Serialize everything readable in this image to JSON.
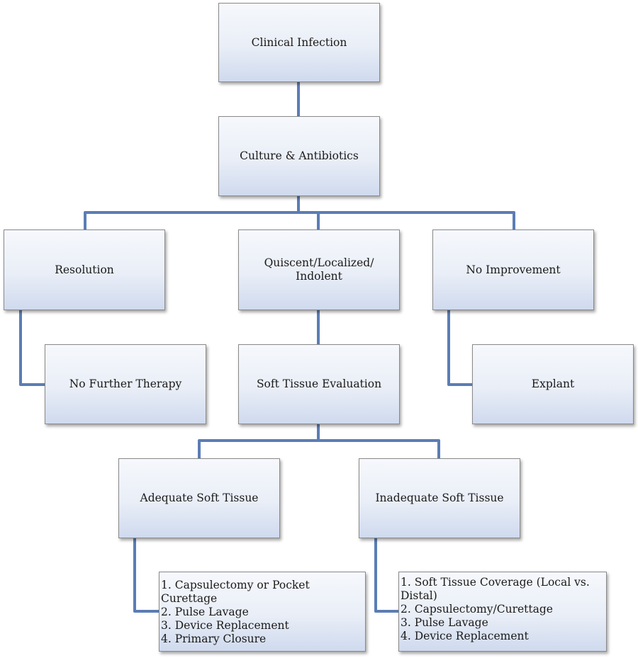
{
  "diagram": {
    "type": "flowchart",
    "connector_color": "#5b7db4",
    "box_gradient": [
      "#f6f8fc",
      "#cfdaee"
    ],
    "nodes": {
      "clinical_infection": {
        "label": "Clinical Infection"
      },
      "culture_antibiotics": {
        "label": "Culture & Antibiotics"
      },
      "resolution": {
        "label": "Resolution"
      },
      "quiscent": {
        "label": "Quiscent/Localized/\nIndolent"
      },
      "no_improvement": {
        "label": "No Improvement"
      },
      "no_further_therapy": {
        "label": "No Further Therapy"
      },
      "soft_tissue_evaluation": {
        "label": "Soft Tissue Evaluation"
      },
      "explant": {
        "label": "Explant"
      },
      "adequate_soft_tissue": {
        "label": "Adequate Soft Tissue"
      },
      "inadequate_soft_tissue": {
        "label": "Inadequate Soft Tissue"
      },
      "adequate_steps": {
        "items": [
          "1. Capsulectomy or Pocket Curettage",
          "2. Pulse Lavage",
          "3. Device Replacement",
          "4. Primary Closure"
        ]
      },
      "inadequate_steps": {
        "items": [
          "1. Soft Tissue Coverage (Local vs. Distal)",
          "2. Capsulectomy/Curettage",
          "3. Pulse Lavage",
          "4. Device Replacement"
        ]
      }
    },
    "edges": [
      [
        "clinical_infection",
        "culture_antibiotics"
      ],
      [
        "culture_antibiotics",
        "resolution"
      ],
      [
        "culture_antibiotics",
        "quiscent"
      ],
      [
        "culture_antibiotics",
        "no_improvement"
      ],
      [
        "resolution",
        "no_further_therapy"
      ],
      [
        "quiscent",
        "soft_tissue_evaluation"
      ],
      [
        "no_improvement",
        "explant"
      ],
      [
        "soft_tissue_evaluation",
        "adequate_soft_tissue"
      ],
      [
        "soft_tissue_evaluation",
        "inadequate_soft_tissue"
      ],
      [
        "adequate_soft_tissue",
        "adequate_steps"
      ],
      [
        "inadequate_soft_tissue",
        "inadequate_steps"
      ]
    ]
  }
}
